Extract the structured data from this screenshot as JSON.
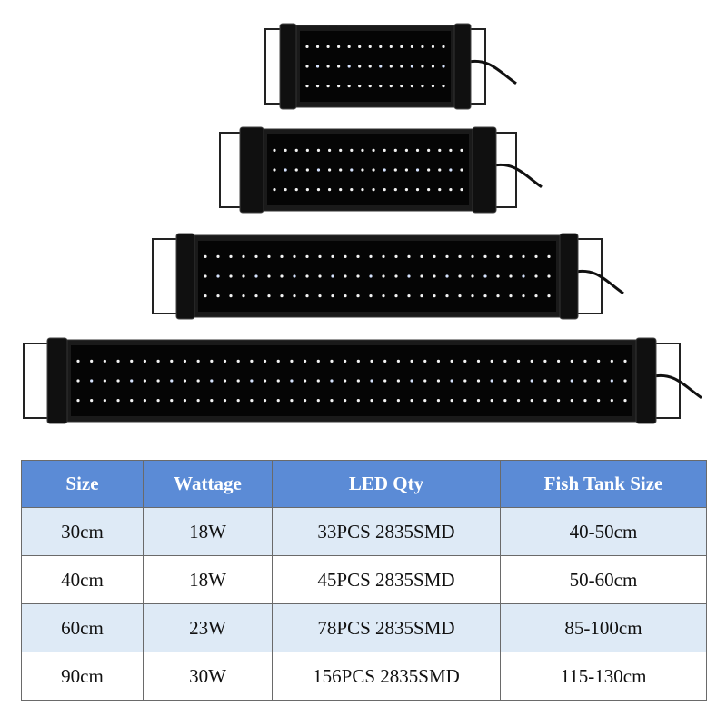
{
  "product": {
    "image_alt_icon": "aquarium-led-light-bars"
  },
  "spec_table": {
    "headers": [
      "Size",
      "Wattage",
      "LED Qty",
      "Fish Tank Size"
    ],
    "rows": [
      [
        "30cm",
        "18W",
        "33PCS 2835SMD",
        "40-50cm"
      ],
      [
        "40cm",
        "18W",
        "45PCS 2835SMD",
        "50-60cm"
      ],
      [
        "60cm",
        "23W",
        "78PCS 2835SMD",
        "85-100cm"
      ],
      [
        "90cm",
        "30W",
        "156PCS 2835SMD",
        "115-130cm"
      ]
    ]
  },
  "colors": {
    "header_bg": "#5b8bd6",
    "row_alt_bg": "#deeaf6",
    "fixture_body": "#1a1a1a"
  }
}
